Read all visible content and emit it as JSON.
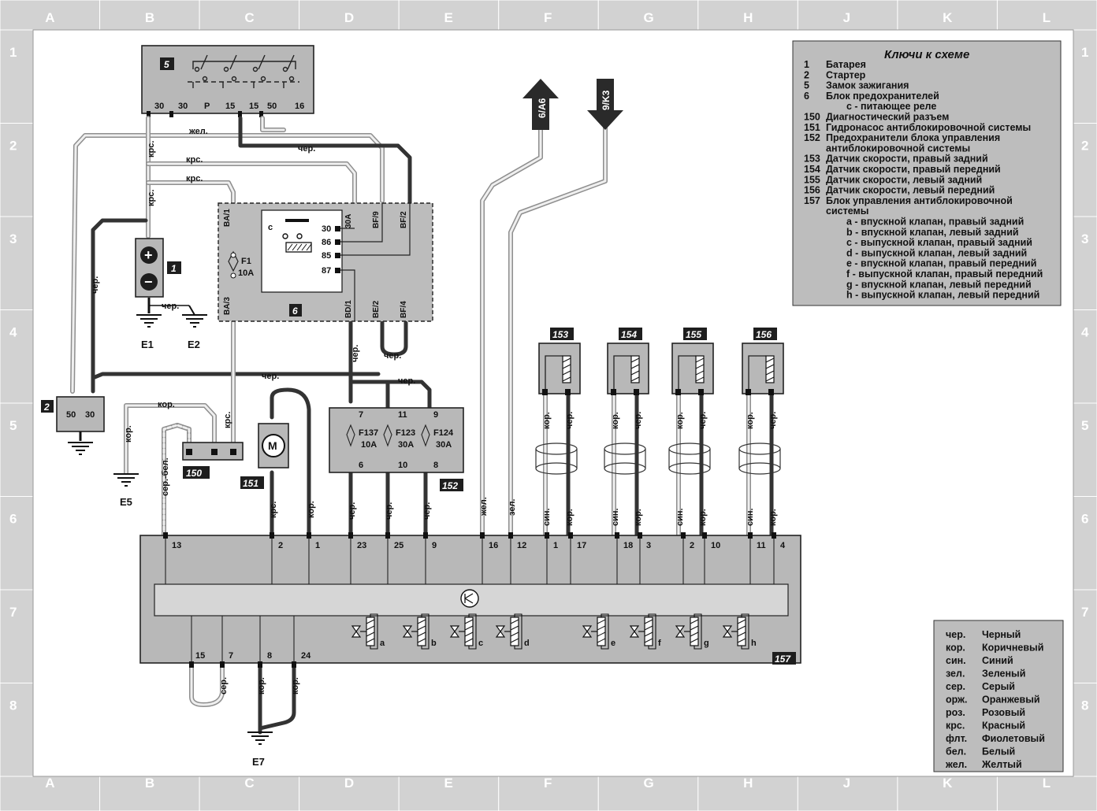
{
  "frame": {
    "columns": [
      "A",
      "B",
      "C",
      "D",
      "E",
      "F",
      "G",
      "H",
      "J",
      "K",
      "L"
    ],
    "rows": [
      "1",
      "2",
      "3",
      "4",
      "5",
      "6",
      "7",
      "8"
    ]
  },
  "legend": {
    "title": "Ключи к схеме",
    "items": [
      {
        "num": "1",
        "text": "Батарея"
      },
      {
        "num": "2",
        "text": "Стартер"
      },
      {
        "num": "5",
        "text": "Замок зажигания"
      },
      {
        "num": "6",
        "text": "Блок предохранителей"
      },
      {
        "num": "",
        "text": "c - питающее реле"
      },
      {
        "num": "150",
        "text": "Диагностический разъем"
      },
      {
        "num": "151",
        "text": "Гидронасос антиблокировочной системы"
      },
      {
        "num": "152",
        "text": "Предохранители блока управления"
      },
      {
        "num": "",
        "text": "антиблокировочной системы"
      },
      {
        "num": "153",
        "text": "Датчик скорости, правый задний"
      },
      {
        "num": "154",
        "text": "Датчик скорости, правый передний"
      },
      {
        "num": "155",
        "text": "Датчик скорости, левый задний"
      },
      {
        "num": "156",
        "text": "Датчик скорости, левый передний"
      },
      {
        "num": "157",
        "text": "Блок управления антиблокировочной"
      },
      {
        "num": "",
        "text": "системы"
      },
      {
        "num": "",
        "text": "a - впускной клапан, правый задний"
      },
      {
        "num": "",
        "text": "b - впускной клапан, левый задний"
      },
      {
        "num": "",
        "text": "c - выпускной клапан, правый задний"
      },
      {
        "num": "",
        "text": "d - выпускной клапан, левый задний"
      },
      {
        "num": "",
        "text": "e - впускной клапан, правый передний"
      },
      {
        "num": "",
        "text": "f - выпускной клапан, правый передний"
      },
      {
        "num": "",
        "text": "g - впускной клапан, левый передний"
      },
      {
        "num": "",
        "text": "h - выпускной клапан, левый передний"
      }
    ]
  },
  "colors": {
    "items": [
      {
        "abbr": "чер.",
        "name": "Черный"
      },
      {
        "abbr": "кор.",
        "name": "Коричневый"
      },
      {
        "abbr": "син.",
        "name": "Синий"
      },
      {
        "abbr": "зел.",
        "name": "Зеленый"
      },
      {
        "abbr": "сер.",
        "name": "Серый"
      },
      {
        "abbr": "орж.",
        "name": "Оранжевый"
      },
      {
        "abbr": "роз.",
        "name": "Розовый"
      },
      {
        "abbr": "крс.",
        "name": "Красный"
      },
      {
        "abbr": "флт.",
        "name": "Фиолетовый"
      },
      {
        "abbr": "бел.",
        "name": "Белый"
      },
      {
        "abbr": "жел.",
        "name": "Желтый"
      }
    ]
  },
  "components": {
    "ignition_switch": {
      "tag": "5",
      "pins": [
        "30",
        "30",
        "P",
        "15",
        "15",
        "50",
        "16"
      ]
    },
    "battery": {
      "tag": "1",
      "plus": "+",
      "minus": "−"
    },
    "starter": {
      "tag": "2",
      "pins": [
        "50",
        "30"
      ]
    },
    "fuse_box": {
      "tag": "6",
      "fuse_name": "F1",
      "fuse_rating": "10A",
      "relay_letter": "c",
      "relay_pins": [
        "30",
        "86",
        "85",
        "87"
      ],
      "pin_labels": [
        "BA/1",
        "BA/3",
        "30A",
        "BF/9",
        "BF/2",
        "BD/1",
        "BE/2",
        "BF/4"
      ]
    },
    "diag_connector": {
      "tag": "150"
    },
    "pump": {
      "tag": "151",
      "symbol": "M"
    },
    "abs_fuses": {
      "tag": "152",
      "top_pins": [
        "7",
        "11",
        "9"
      ],
      "bottom_pins": [
        "6",
        "10",
        "8"
      ],
      "fuses": [
        {
          "name": "F137",
          "rating": "10A"
        },
        {
          "name": "F123",
          "rating": "30A"
        },
        {
          "name": "F124",
          "rating": "30A"
        }
      ]
    },
    "sensors": [
      "153",
      "154",
      "155",
      "156"
    ],
    "ecu": {
      "tag": "157",
      "top_pins": [
        "13",
        "2",
        "1",
        "23",
        "25",
        "9",
        "16",
        "12",
        "1",
        "17",
        "18",
        "3",
        "2",
        "10",
        "11",
        "4"
      ],
      "bottom_pins": [
        "15",
        "7",
        "8",
        "24"
      ],
      "valves": [
        "a",
        "b",
        "c",
        "d",
        "e",
        "f",
        "g",
        "h"
      ]
    }
  },
  "grounds": [
    "E1",
    "E2",
    "E5",
    "E7"
  ],
  "connectors": {
    "to_a6": "6/A6",
    "to_k3": "9/K3"
  },
  "wire_labels": {
    "zhel": "жел.",
    "cher": "чер.",
    "krs": "крс.",
    "kor": "кор.",
    "sin": "син.",
    "zel": "зел.",
    "serbel": "сер.-бел.",
    "ser": "сер."
  }
}
